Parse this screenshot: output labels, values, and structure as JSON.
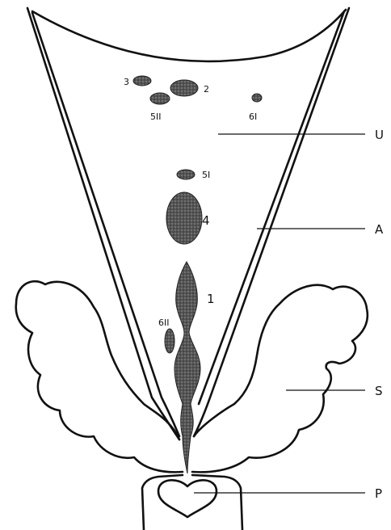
{
  "colors": {
    "ink": "#111111",
    "spot_fill": "#4a4a4a",
    "spot_dark": "#2a2a2a",
    "paper": "#ffffff"
  },
  "spots": {
    "s3": "3",
    "s2": "2",
    "s5ii": "5II",
    "s6i": "6I",
    "s5i": "5I",
    "s4": "4",
    "s1": "1",
    "s6ii": "6II"
  },
  "labels": {
    "U": "U",
    "A": "A",
    "S": "S",
    "P": "P"
  }
}
